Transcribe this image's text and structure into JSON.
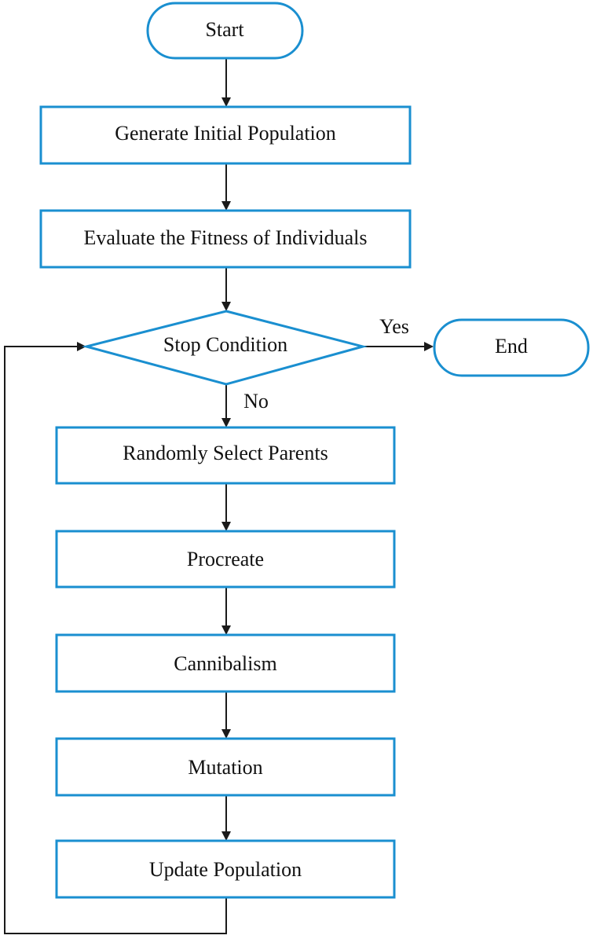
{
  "nodes": {
    "start": "Start",
    "generate": "Generate Initial Population",
    "evaluate": "Evaluate the Fitness of Individuals",
    "stop_condition": "Stop Condition",
    "end": "End",
    "select_parents": "Randomly Select Parents",
    "procreate": "Procreate",
    "cannibalism": "Cannibalism",
    "mutation": "Mutation",
    "update": "Update Population"
  },
  "edge_labels": {
    "yes": "Yes",
    "no": "No"
  },
  "colors": {
    "node_border": "#1a8fd0",
    "edge": "#1a1a1a",
    "text": "#111111"
  }
}
